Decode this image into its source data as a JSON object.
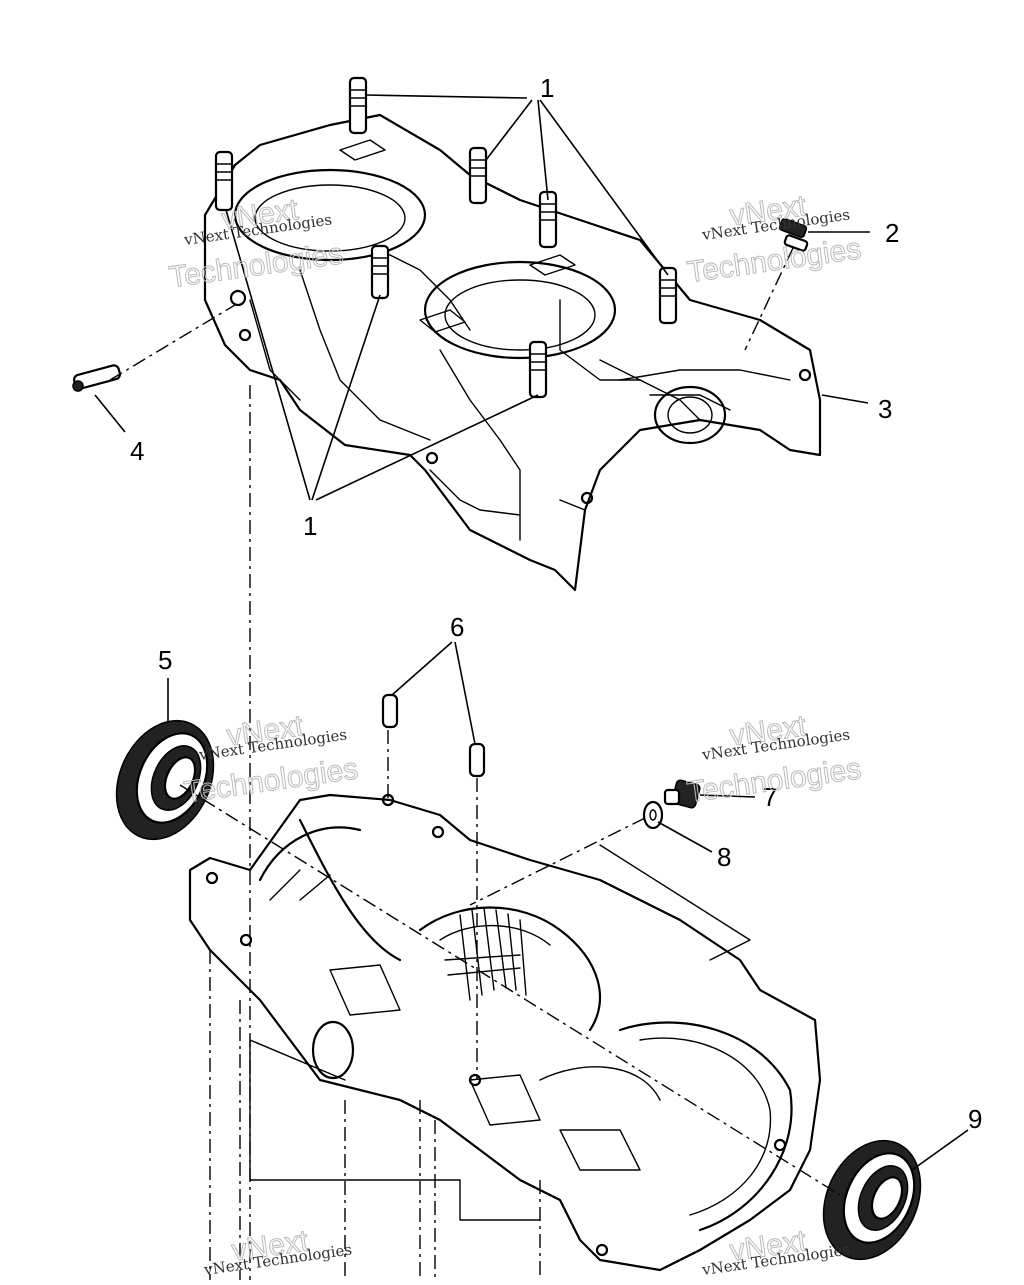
{
  "callouts": [
    {
      "id": "1",
      "label": "1"
    },
    {
      "id": "1b",
      "label": "1"
    },
    {
      "id": "2",
      "label": "2"
    },
    {
      "id": "3",
      "label": "3"
    },
    {
      "id": "4",
      "label": "4"
    },
    {
      "id": "5",
      "label": "5"
    },
    {
      "id": "6",
      "label": "6"
    },
    {
      "id": "7",
      "label": "7"
    },
    {
      "id": "8",
      "label": "8"
    },
    {
      "id": "9",
      "label": "9"
    }
  ],
  "watermark": {
    "line1": "vNext Technologies",
    "outline": "vNext",
    "outline2": "Technologies"
  }
}
